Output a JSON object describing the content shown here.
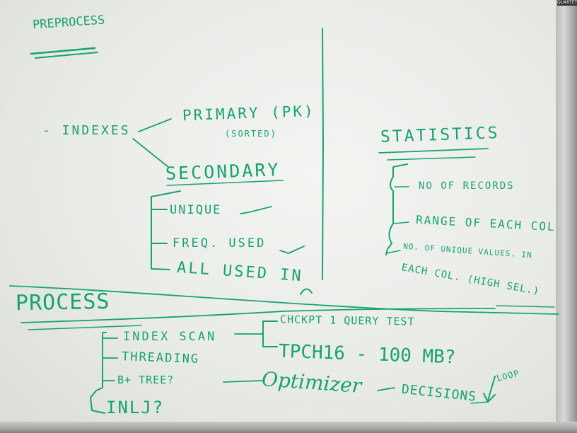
{
  "board": {
    "brand": "QUARTET",
    "ink_color": "#17a36f"
  },
  "preprocess": {
    "heading": "PREPROCESS",
    "indexes": "- INDEXES",
    "primary": "PRIMARY (PK)",
    "sorted": "(SORTED)",
    "secondary": "SECONDARY",
    "unique": "UNIQUE",
    "freq_used": "FREQ. USED",
    "all_used_in": "ALL USED IN"
  },
  "statistics": {
    "heading": "STATISTICS",
    "no_of_records": "NO OF RECORDS",
    "range_of_each_col": "RANGE OF EACH COL",
    "unique_values_line1": "NO. OF UNIQUE VALUES. IN",
    "unique_values_line2": "EACH COL. (HIGH SEL.)"
  },
  "process": {
    "heading": "PROCESS",
    "index_scan": "INDEX SCAN",
    "threading": "THREADING",
    "btree": "B+ TREE?",
    "inlj": "INLJ?",
    "chckpt": "CHCKPT 1 QUERY TEST",
    "tpch": "TPCH16 - 100 MB?",
    "optimizer": "Optimizer",
    "decisions": "- DECISIONS",
    "loop": "LOOP"
  }
}
